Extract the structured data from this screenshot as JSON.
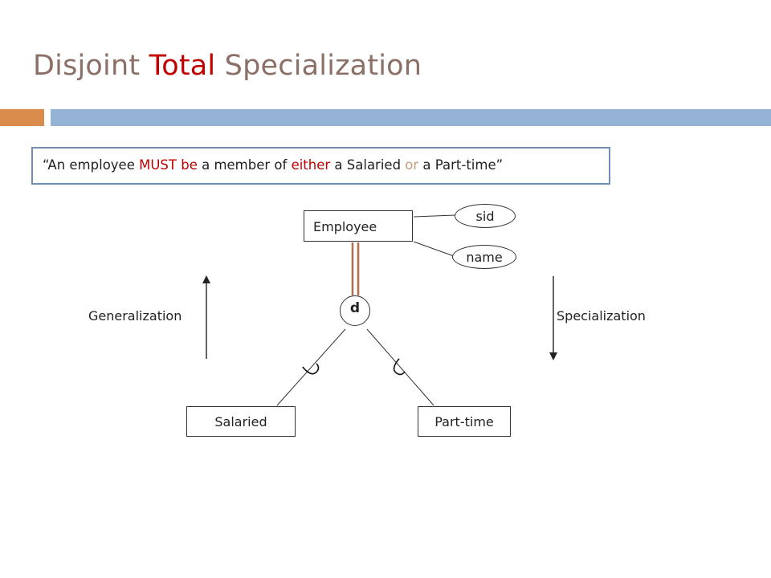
{
  "slide": {
    "title_part1": "Disjoint ",
    "title_part2": "Total",
    "title_part3": " Specialization",
    "accent_color": "#c00000",
    "title_color": "#8a7066",
    "bar_colors": [
      "#d98c4c",
      "#95b3d4"
    ]
  },
  "quote": {
    "open": "“An employee ",
    "must_be": "MUST be",
    "mid": " a member of ",
    "either": "either",
    "a1": " a Salaried ",
    "or": "or",
    "a2": " a Part-time”"
  },
  "diagram": {
    "superclass": "Employee",
    "attributes": [
      "sid",
      "name"
    ],
    "disjoint_symbol": "d",
    "subclasses": [
      "Salaried",
      "Part-time"
    ],
    "left_arrow_label": "Generalization",
    "right_arrow_label": "Specialization"
  }
}
